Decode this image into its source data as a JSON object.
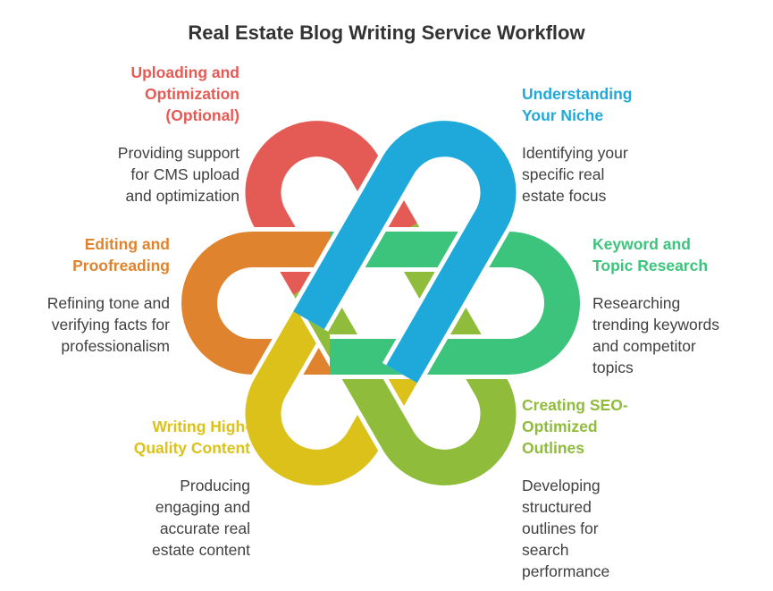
{
  "title": "Real Estate Blog Writing Service Workflow",
  "steps": [
    {
      "name": "understanding-your-niche",
      "heading_lines": [
        "Understanding",
        "Your Niche"
      ],
      "desc_lines": [
        "Identifying your",
        "specific real",
        "estate focus"
      ],
      "color": "#1FA9DB"
    },
    {
      "name": "keyword-topic-research",
      "heading_lines": [
        "Keyword and",
        "Topic Research"
      ],
      "desc_lines": [
        "Researching",
        "trending keywords",
        "and competitor",
        "topics"
      ],
      "color": "#3CC47C"
    },
    {
      "name": "creating-seo-outlines",
      "heading_lines": [
        "Creating SEO-",
        "Optimized",
        "Outlines"
      ],
      "desc_lines": [
        "Developing",
        "structured",
        "outlines for",
        "search",
        "performance"
      ],
      "color": "#8FBC3A"
    },
    {
      "name": "writing-content",
      "heading_lines": [
        "Writing High-",
        "Quality Content"
      ],
      "desc_lines": [
        "Producing",
        "engaging and",
        "accurate real",
        "estate content"
      ],
      "color": "#DCC11A"
    },
    {
      "name": "editing-proofreading",
      "heading_lines": [
        "Editing and",
        "Proofreading"
      ],
      "desc_lines": [
        "Refining tone and",
        "verifying facts for",
        "professionalism"
      ],
      "color": "#E0832E"
    },
    {
      "name": "uploading-optimization",
      "heading_lines": [
        "Uploading and",
        "Optimization",
        "(Optional)"
      ],
      "desc_lines": [
        "Providing support",
        "for CMS upload",
        "and optimization"
      ],
      "color": "#E45A55"
    }
  ]
}
